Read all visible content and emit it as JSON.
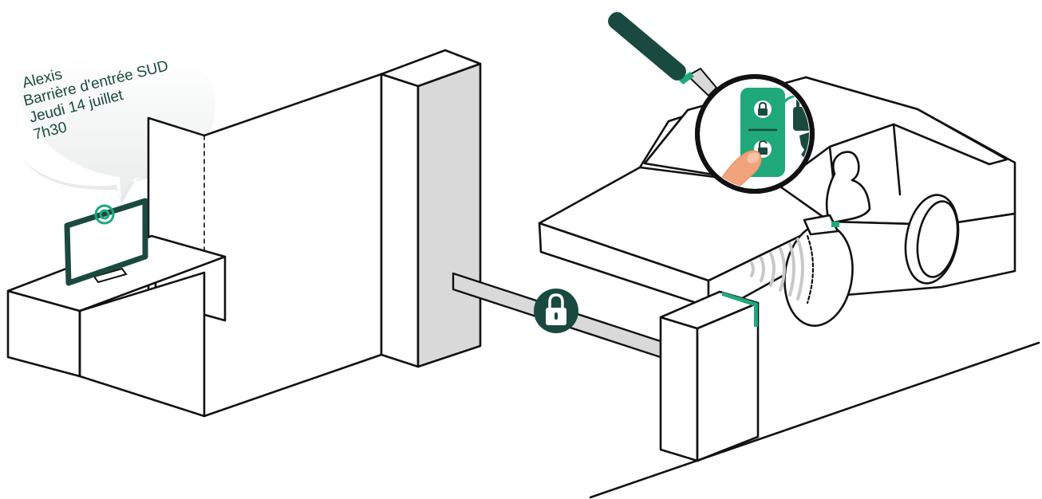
{
  "notification": {
    "name": "Alexis",
    "location": "Barrière d'entrée SUD",
    "date": "Jeudi 14 juillet",
    "time": "7h30"
  },
  "colors": {
    "accent_green": "#1fa97a",
    "dark_green": "#1a4a3f",
    "barrier_grey": "#d9d9d9",
    "line": "#111111"
  },
  "icons": [
    "lock-icon",
    "unlock-icon",
    "padlock-icon",
    "key-icon",
    "finger-icon",
    "signal-icon",
    "magnifier-icon",
    "monitor-icon"
  ]
}
